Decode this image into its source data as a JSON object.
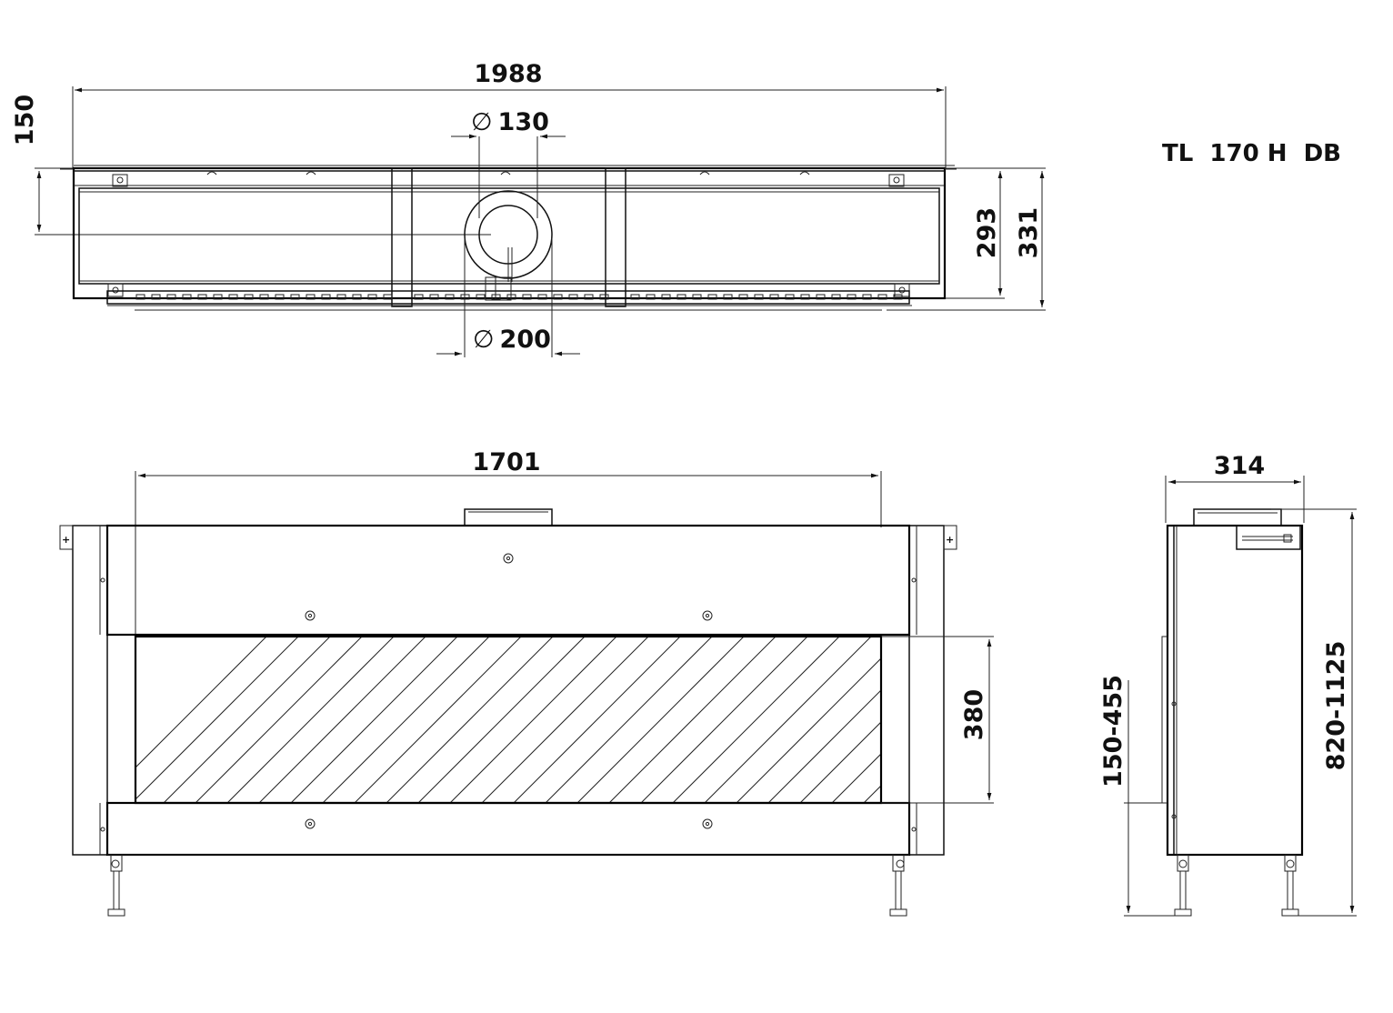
{
  "model_label": "TL  170 H  DB",
  "top_view": {
    "overall_width": "1988",
    "offset_depth": "150",
    "flue_inner_diameter": "130",
    "flue_outer_diameter": "200",
    "depth_inner": "293",
    "depth_outer": "331",
    "diameter_symbol": "∅"
  },
  "front_view": {
    "glass_width": "1701",
    "glass_height": "380"
  },
  "side_view": {
    "depth": "314",
    "base_height": "150-455",
    "total_height": "820-1125"
  }
}
